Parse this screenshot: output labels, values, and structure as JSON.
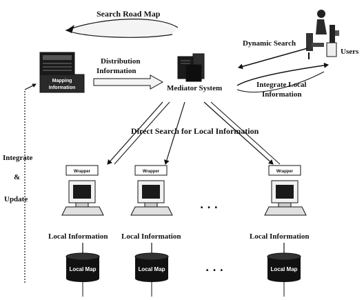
{
  "labels": {
    "search_road_map": "Search Road Map",
    "distribution_line1": "Distribution",
    "distribution_line2": "Information",
    "mapping_line1": "Mapping",
    "mapping_line2": "Information",
    "mediator_system": "Mediator System",
    "dynamic_search": "Dynamic Search",
    "users": "Users",
    "integrate_local_line1": "Integrate Local",
    "integrate_local_line2": "Information",
    "direct_search": "Direct Search for Local Information",
    "integrate": "Integrate",
    "ampersand": "&",
    "update": "Update",
    "wrapper": "Wrapper",
    "local_information": "Local Information",
    "local_map": "Local Map",
    "ellipsis": "..."
  },
  "colors": {
    "ink": "#111111",
    "paper": "#ffffff",
    "dark_fill": "#1a1a1a",
    "arrow_fill": "#f4f4f4"
  },
  "icons": {
    "mediator": "server-stack-icon",
    "user": "user-at-desk-icon",
    "computer": "computer-terminal-icon",
    "database": "database-cylinder-icon"
  }
}
